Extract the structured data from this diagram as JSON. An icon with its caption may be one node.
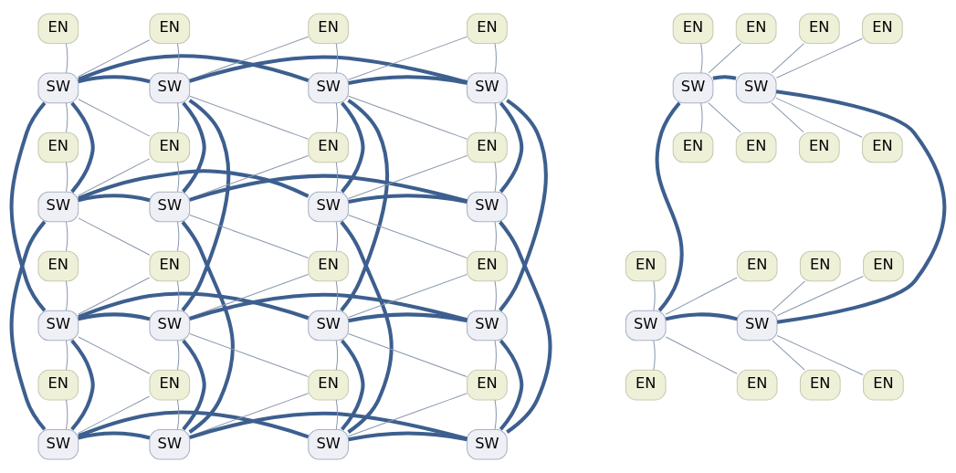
{
  "diagram": {
    "nodes": [
      {
        "text": [
          "EN"
        ]
      },
      {
        "text": [
          "EN"
        ]
      },
      {
        "text": [
          "EN"
        ]
      },
      {
        "text": [
          "EN"
        ]
      },
      {
        "text": [
          "SW"
        ]
      },
      {
        "text": [
          "SW"
        ]
      },
      {
        "text": [
          "SW"
        ]
      },
      {
        "text": [
          "SW"
        ]
      },
      {
        "text": [
          "EN"
        ]
      },
      {
        "text": [
          "EN"
        ]
      },
      {
        "text": [
          "EN"
        ]
      },
      {
        "text": [
          "EN"
        ]
      },
      {
        "text": [
          "SW"
        ]
      },
      {
        "text": [
          "SW"
        ]
      },
      {
        "text": [
          "SW"
        ]
      },
      {
        "text": [
          "SW"
        ]
      },
      {
        "text": [
          "EN"
        ]
      },
      {
        "text": [
          "EN"
        ]
      },
      {
        "text": [
          "EN"
        ]
      },
      {
        "text": [
          "EN"
        ]
      },
      {
        "text": [
          "SW"
        ]
      },
      {
        "text": [
          "SW"
        ]
      },
      {
        "text": [
          "SW"
        ]
      },
      {
        "text": [
          "SW"
        ]
      },
      {
        "text": [
          "EN"
        ]
      },
      {
        "text": [
          "EN"
        ]
      },
      {
        "text": [
          "EN"
        ]
      },
      {
        "text": [
          "EN"
        ]
      },
      {
        "text": [
          "SW"
        ]
      },
      {
        "text": [
          "SW"
        ]
      },
      {
        "text": [
          "SW"
        ]
      },
      {
        "text": [
          "SW"
        ]
      },
      {
        "text": [
          "EN"
        ]
      },
      {
        "text": [
          "EN"
        ]
      },
      {
        "text": [
          "EN"
        ]
      },
      {
        "text": [
          "EN"
        ]
      },
      {
        "text": [
          "EN"
        ]
      },
      {
        "text": [
          "EN"
        ]
      },
      {
        "text": [
          "EN"
        ]
      },
      {
        "text": [
          "EN"
        ]
      },
      {
        "text": [
          "EN"
        ]
      },
      {
        "text": [
          "EN"
        ]
      },
      {
        "text": [
          "EN"
        ]
      },
      {
        "text": [
          "EN"
        ]
      },
      {
        "text": [
          "EN"
        ]
      },
      {
        "text": [
          "EN"
        ]
      },
      {
        "text": [
          "EN"
        ]
      },
      {
        "text": [
          "EN"
        ]
      },
      {
        "text": [
          "SW"
        ]
      },
      {
        "text": [
          "SW"
        ]
      },
      {
        "text": [
          "SW"
        ]
      },
      {
        "text": [
          "SW"
        ]
      }
    ],
    "edges": [
      {
        "from": 4,
        "to": 0,
        "arrow": "none"
      },
      {
        "from": 4,
        "to": 1,
        "arrow": "none"
      },
      {
        "from": 4,
        "to": 8,
        "arrow": "none"
      },
      {
        "from": 4,
        "to": 9,
        "arrow": "none"
      },
      {
        "from": 5,
        "to": 1,
        "arrow": "none"
      },
      {
        "from": 5,
        "to": 2,
        "arrow": "none"
      },
      {
        "from": 5,
        "to": 9,
        "arrow": "none"
      },
      {
        "from": 5,
        "to": 10,
        "arrow": "none"
      },
      {
        "from": 6,
        "to": 2,
        "arrow": "none"
      },
      {
        "from": 6,
        "to": 3,
        "arrow": "none"
      },
      {
        "from": 6,
        "to": 10,
        "arrow": "none"
      },
      {
        "from": 6,
        "to": 11,
        "arrow": "none"
      },
      {
        "from": 7,
        "to": 3,
        "arrow": "none"
      },
      {
        "from": 7,
        "to": 11,
        "arrow": "none"
      },
      {
        "from": 12,
        "to": 8,
        "arrow": "none"
      },
      {
        "from": 12,
        "to": 9,
        "arrow": "none"
      },
      {
        "from": 12,
        "to": 16,
        "arrow": "none"
      },
      {
        "from": 12,
        "to": 17,
        "arrow": "none"
      },
      {
        "from": 13,
        "to": 9,
        "arrow": "none"
      },
      {
        "from": 13,
        "to": 10,
        "arrow": "none"
      },
      {
        "from": 13,
        "to": 17,
        "arrow": "none"
      },
      {
        "from": 13,
        "to": 18,
        "arrow": "none"
      },
      {
        "from": 14,
        "to": 10,
        "arrow": "none"
      },
      {
        "from": 14,
        "to": 11,
        "arrow": "none"
      },
      {
        "from": 14,
        "to": 18,
        "arrow": "none"
      },
      {
        "from": 14,
        "to": 19,
        "arrow": "none"
      },
      {
        "from": 15,
        "to": 11,
        "arrow": "none"
      },
      {
        "from": 15,
        "to": 19,
        "arrow": "none"
      },
      {
        "from": 20,
        "to": 16,
        "arrow": "none"
      },
      {
        "from": 20,
        "to": 17,
        "arrow": "none"
      },
      {
        "from": 20,
        "to": 24,
        "arrow": "none"
      },
      {
        "from": 20,
        "to": 25,
        "arrow": "none"
      },
      {
        "from": 21,
        "to": 17,
        "arrow": "none"
      },
      {
        "from": 21,
        "to": 18,
        "arrow": "none"
      },
      {
        "from": 21,
        "to": 25,
        "arrow": "none"
      },
      {
        "from": 21,
        "to": 26,
        "arrow": "none"
      },
      {
        "from": 22,
        "to": 18,
        "arrow": "none"
      },
      {
        "from": 22,
        "to": 19,
        "arrow": "none"
      },
      {
        "from": 22,
        "to": 26,
        "arrow": "none"
      },
      {
        "from": 22,
        "to": 27,
        "arrow": "none"
      },
      {
        "from": 23,
        "to": 19,
        "arrow": "none"
      },
      {
        "from": 23,
        "to": 27,
        "arrow": "none"
      },
      {
        "from": 28,
        "to": 24,
        "arrow": "none"
      },
      {
        "from": 28,
        "to": 25,
        "arrow": "none"
      },
      {
        "from": 29,
        "to": 25,
        "arrow": "none"
      },
      {
        "from": 29,
        "to": 26,
        "arrow": "none"
      },
      {
        "from": 30,
        "to": 26,
        "arrow": "none"
      },
      {
        "from": 30,
        "to": 27,
        "arrow": "none"
      },
      {
        "from": 31,
        "to": 27,
        "arrow": "none"
      },
      {
        "from": 4,
        "to": 5,
        "arrow": "none",
        "style": "thick",
        "color": "#3d5f8f"
      },
      {
        "from": 4,
        "to": 6,
        "arrow": "none",
        "style": "thick",
        "color": "#3d5f8f"
      },
      {
        "from": 5,
        "to": 7,
        "arrow": "none",
        "style": "thick",
        "color": "#3d5f8f"
      },
      {
        "from": 6,
        "to": 7,
        "arrow": "none",
        "style": "thick",
        "color": "#3d5f8f"
      },
      {
        "from": 12,
        "to": 13,
        "arrow": "none",
        "style": "thick",
        "color": "#3d5f8f"
      },
      {
        "from": 12,
        "to": 14,
        "arrow": "none",
        "style": "thick",
        "color": "#3d5f8f"
      },
      {
        "from": 13,
        "to": 15,
        "arrow": "none",
        "style": "thick",
        "color": "#3d5f8f"
      },
      {
        "from": 14,
        "to": 15,
        "arrow": "none",
        "style": "thick",
        "color": "#3d5f8f"
      },
      {
        "from": 20,
        "to": 21,
        "arrow": "none",
        "style": "thick",
        "color": "#3d5f8f"
      },
      {
        "from": 20,
        "to": 22,
        "arrow": "none",
        "style": "thick",
        "color": "#3d5f8f"
      },
      {
        "from": 21,
        "to": 23,
        "arrow": "none",
        "style": "thick",
        "color": "#3d5f8f"
      },
      {
        "from": 22,
        "to": 23,
        "arrow": "none",
        "style": "thick",
        "color": "#3d5f8f"
      },
      {
        "from": 28,
        "to": 29,
        "arrow": "none",
        "style": "thick",
        "color": "#3d5f8f"
      },
      {
        "from": 28,
        "to": 30,
        "arrow": "none",
        "style": "thick",
        "color": "#3d5f8f"
      },
      {
        "from": 29,
        "to": 31,
        "arrow": "none",
        "style": "thick",
        "color": "#3d5f8f"
      },
      {
        "from": 30,
        "to": 31,
        "arrow": "none",
        "style": "thick",
        "color": "#3d5f8f"
      },
      {
        "from": 4,
        "to": 12,
        "arrow": "none",
        "style": "thick",
        "color": "#3d5f8f"
      },
      {
        "from": 4,
        "to": 20,
        "arrow": "none",
        "style": "thick",
        "color": "#3d5f8f"
      },
      {
        "from": 12,
        "to": 28,
        "arrow": "none",
        "style": "thick",
        "color": "#3d5f8f"
      },
      {
        "from": 20,
        "to": 28,
        "arrow": "none",
        "style": "thick",
        "color": "#3d5f8f"
      },
      {
        "from": 5,
        "to": 13,
        "arrow": "none",
        "style": "thick",
        "color": "#3d5f8f"
      },
      {
        "from": 5,
        "to": 21,
        "arrow": "none",
        "style": "thick",
        "color": "#3d5f8f"
      },
      {
        "from": 13,
        "to": 29,
        "arrow": "none",
        "style": "thick",
        "color": "#3d5f8f"
      },
      {
        "from": 21,
        "to": 29,
        "arrow": "none",
        "style": "thick",
        "color": "#3d5f8f"
      },
      {
        "from": 6,
        "to": 14,
        "arrow": "none",
        "style": "thick",
        "color": "#3d5f8f"
      },
      {
        "from": 6,
        "to": 22,
        "arrow": "none",
        "style": "thick",
        "color": "#3d5f8f"
      },
      {
        "from": 14,
        "to": 30,
        "arrow": "none",
        "style": "thick",
        "color": "#3d5f8f"
      },
      {
        "from": 22,
        "to": 30,
        "arrow": "none",
        "style": "thick",
        "color": "#3d5f8f"
      },
      {
        "from": 7,
        "to": 15,
        "arrow": "none",
        "style": "thick",
        "color": "#3d5f8f"
      },
      {
        "from": 7,
        "to": 23,
        "arrow": "none",
        "style": "thick",
        "color": "#3d5f8f"
      },
      {
        "from": 15,
        "to": 31,
        "arrow": "none",
        "style": "thick",
        "color": "#3d5f8f"
      },
      {
        "from": 23,
        "to": 31,
        "arrow": "none",
        "style": "thick",
        "color": "#3d5f8f"
      },
      {
        "from": 48,
        "to": 32,
        "arrow": "none"
      },
      {
        "from": 48,
        "to": 33,
        "arrow": "none"
      },
      {
        "from": 48,
        "to": 36,
        "arrow": "none"
      },
      {
        "from": 48,
        "to": 37,
        "arrow": "none"
      },
      {
        "from": 49,
        "to": 34,
        "arrow": "none"
      },
      {
        "from": 49,
        "to": 35,
        "arrow": "none"
      },
      {
        "from": 49,
        "to": 38,
        "arrow": "none"
      },
      {
        "from": 49,
        "to": 39,
        "arrow": "none"
      },
      {
        "from": 50,
        "to": 40,
        "arrow": "none"
      },
      {
        "from": 50,
        "to": 41,
        "arrow": "none"
      },
      {
        "from": 50,
        "to": 44,
        "arrow": "none"
      },
      {
        "from": 50,
        "to": 45,
        "arrow": "none"
      },
      {
        "from": 51,
        "to": 42,
        "arrow": "none"
      },
      {
        "from": 51,
        "to": 43,
        "arrow": "none"
      },
      {
        "from": 51,
        "to": 46,
        "arrow": "none"
      },
      {
        "from": 51,
        "to": 47,
        "arrow": "none"
      },
      {
        "from": 48,
        "to": 49,
        "arrow": "none",
        "style": "thick",
        "color": "#3d5f8f"
      },
      {
        "from": 48,
        "to": 50,
        "arrow": "none",
        "style": "thick",
        "color": "#3d5f8f"
      },
      {
        "from": 49,
        "to": 51,
        "arrow": "none",
        "style": "thick",
        "color": "#3d5f8f"
      },
      {
        "from": 50,
        "to": 51,
        "arrow": "none",
        "style": "thick",
        "color": "#3d5f8f"
      }
    ]
  }
}
